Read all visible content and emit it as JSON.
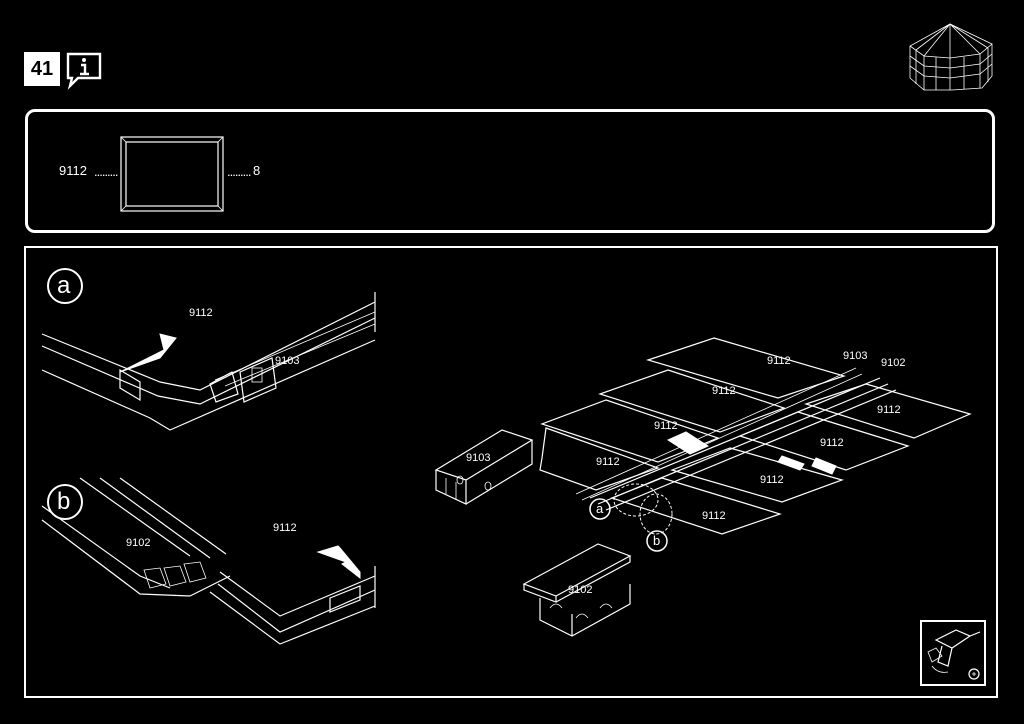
{
  "header": {
    "step_number": "41",
    "info_icon": "info-speech-bubble-icon",
    "gazebo_icon": "gazebo-icon"
  },
  "parts": {
    "part_number": "9112",
    "quantity": "8"
  },
  "detail_a": {
    "letter": "a",
    "label_panel": "9112",
    "label_profile": "9103"
  },
  "detail_b": {
    "letter": "b",
    "label_profile": "9102",
    "label_panel": "9112"
  },
  "overview": {
    "label_9103_top": "9103",
    "label_9102_top": "9102",
    "panel_labels": [
      "9112",
      "9112",
      "9112",
      "9112",
      "9112",
      "9112",
      "9112",
      "9112"
    ],
    "callout_a": "a",
    "callout_b": "b",
    "label_9103_profile": "9103",
    "label_9102_profile": "9102"
  },
  "tool": {
    "icon": "power-drill-icon"
  }
}
